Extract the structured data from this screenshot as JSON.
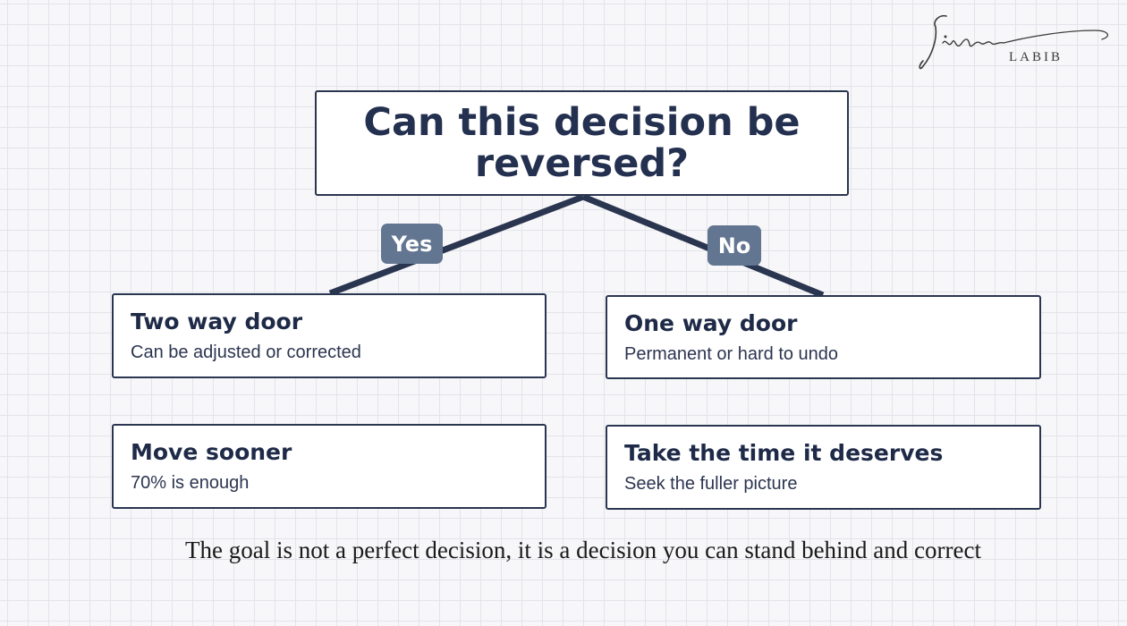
{
  "brand": {
    "script": "Jihane",
    "sub": "LABIB"
  },
  "question": "Can this decision be reversed?",
  "branches": {
    "yes_label": "Yes",
    "no_label": "No"
  },
  "cards": [
    {
      "title": "Two way door",
      "subtitle": "Can be adjusted or corrected"
    },
    {
      "title": "One way door",
      "subtitle": "Permanent or hard to undo"
    },
    {
      "title": "Move sooner",
      "subtitle": "70% is enough"
    },
    {
      "title": "Take the time it deserves",
      "subtitle": "Seek the fuller picture"
    }
  ],
  "footer": "The goal is not a perfect decision, it is a decision you can stand behind and correct",
  "colors": {
    "navy": "#2a3550",
    "tag": "#627591",
    "background": "#f7f7f9",
    "grid": "#e3e4ea"
  }
}
